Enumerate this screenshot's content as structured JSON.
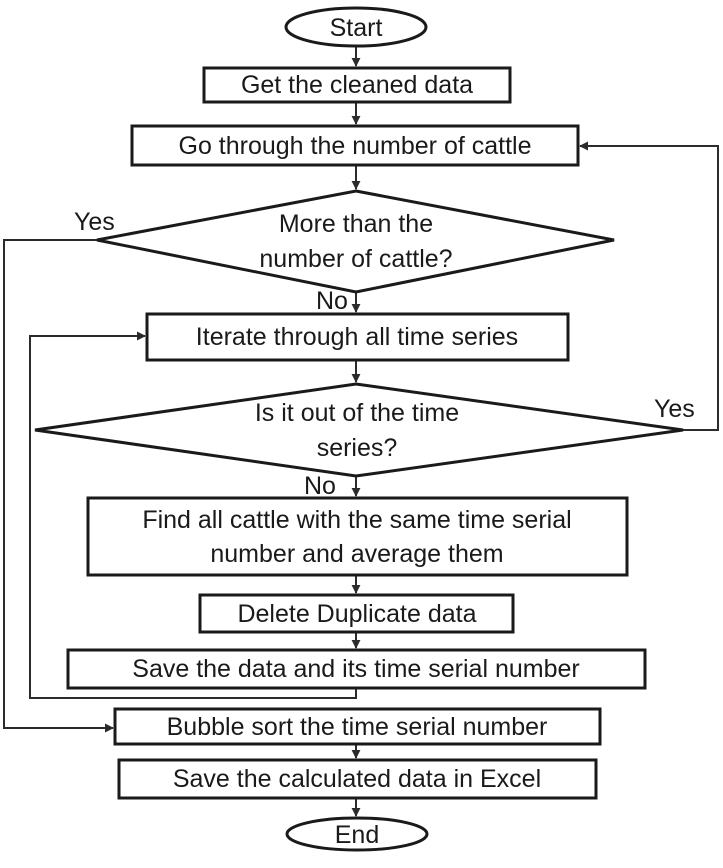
{
  "diagram": {
    "start": "Start",
    "end": "End",
    "steps": {
      "get_cleaned_data": "Get the cleaned data",
      "go_through_cattle": "Go through the number of cattle",
      "iterate_time_series": "Iterate through all time series",
      "find_cattle_line1": "Find all cattle with the same time serial",
      "find_cattle_line2": "number and average them",
      "delete_duplicate": "Delete Duplicate data",
      "save_data": "Save the data and its time serial number",
      "bubble_sort": "Bubble sort the time serial number",
      "save_excel": "Save the calculated data in Excel"
    },
    "decisions": {
      "more_than_cattle_line1": "More than the",
      "more_than_cattle_line2": "number of cattle?",
      "out_of_series_line1": "Is it out of the time",
      "out_of_series_line2": "series?"
    },
    "labels": {
      "yes_1": "Yes",
      "no_1": "No",
      "yes_2": "Yes",
      "no_2": "No"
    }
  }
}
